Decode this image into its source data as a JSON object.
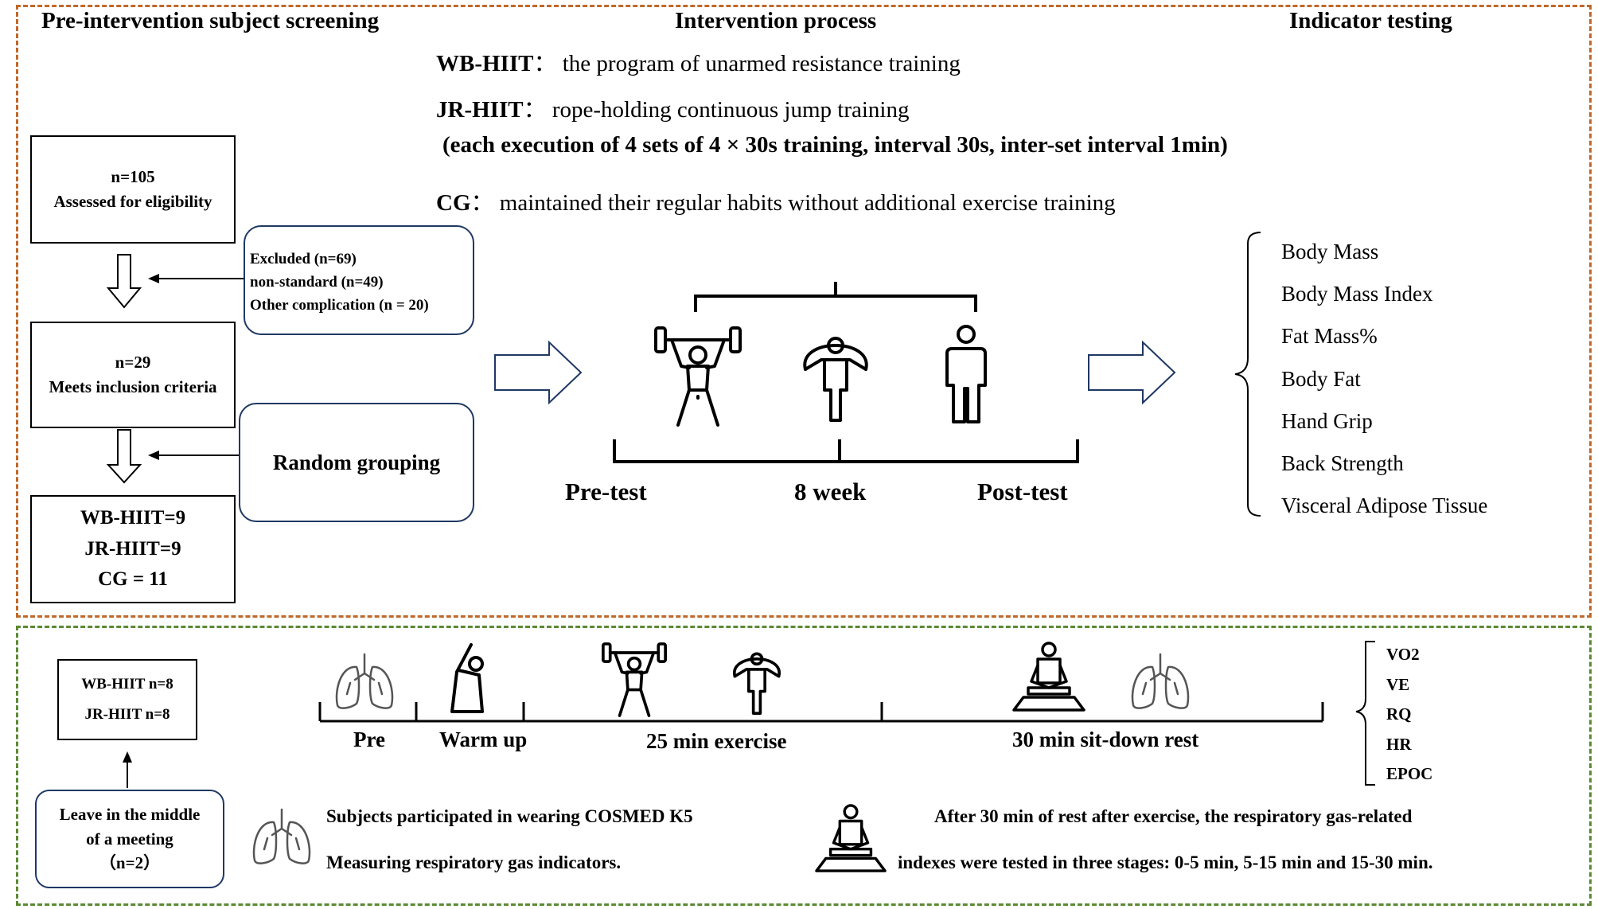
{
  "sections": {
    "screening": "Pre-intervention subject screening",
    "intervention": "Intervention process",
    "testing": "Indicator testing"
  },
  "programs": {
    "wb_label": "WB-HIIT",
    "wb_text": "the program of unarmed resistance training",
    "jr_label": "JR-HIIT",
    "jr_text": "rope-holding continuous jump training",
    "protocol": "(each execution of 4 sets of 4 × 30s training, interval 30s, inter-set interval 1min)",
    "cg_label": "CG",
    "cg_text": "maintained their regular habits without additional exercise training",
    "separator": "："
  },
  "flow": {
    "assessed_n": "n=105",
    "assessed_label": "Assessed for eligibility",
    "excluded": "Excluded (n=69)",
    "nonstandard": "non-standard (n=49)",
    "complication": "Other complication (n = 20)",
    "meets_n": "n=29",
    "meets_label": "Meets inclusion criteria",
    "random": "Random grouping",
    "group_wb": "WB-HIIT=9",
    "group_jr": "JR-HIIT=9",
    "group_cg": "CG = 11"
  },
  "timeline": {
    "pre": "Pre-test",
    "mid": "8 week",
    "post": "Post-test"
  },
  "indicators": [
    "Body Mass",
    "Body Mass Index",
    "Fat Mass%",
    "Body Fat",
    "Hand Grip",
    "Back Strength",
    "Visceral Adipose Tissue"
  ],
  "bottom": {
    "group_wb": "WB-HIIT n=8",
    "group_jr": "JR-HIIT n=8",
    "leave_line1": "Leave in the middle",
    "leave_line2": "of a meeting",
    "leave_line3": "（n=2）",
    "stage_pre": "Pre",
    "stage_warm": "Warm up",
    "stage_exercise": "25 min exercise",
    "stage_rest": "30 min sit-down rest",
    "gas_indicators": [
      "VO2",
      "VE",
      "RQ",
      "HR",
      "EPOC"
    ],
    "note1_line1": "Subjects participated in wearing COSMED K5",
    "note1_line2": "Measuring respiratory gas indicators.",
    "note2_line1": "After 30 min of rest after exercise, the respiratory gas-related",
    "note2_line2": "indexes were tested in three stages: 0-5 min, 5-15 min and 15-30 min."
  },
  "colors": {
    "top_frame": "#c0682a",
    "bottom_frame": "#5b8a34",
    "rounded_box_border": "#1f3864"
  }
}
